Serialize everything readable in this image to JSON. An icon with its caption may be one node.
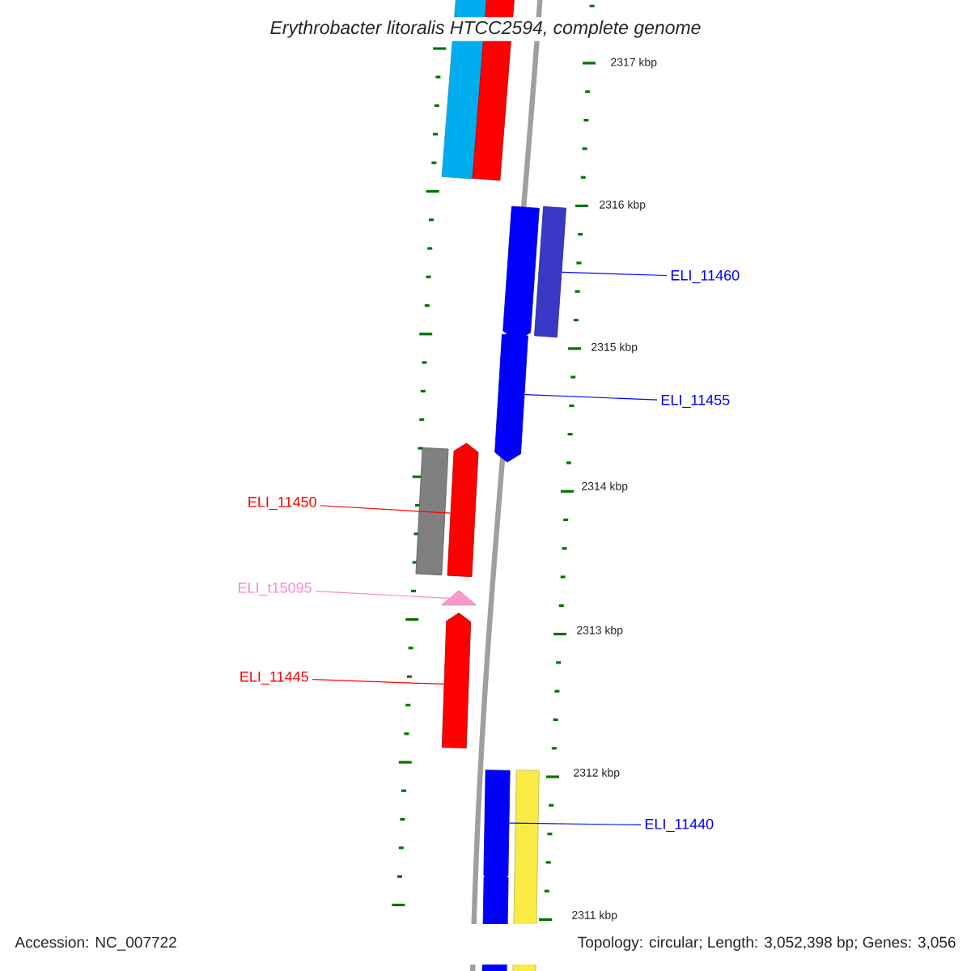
{
  "diagram": {
    "title": "Erythrobacter litoralis HTCC2594, complete genome",
    "nodes": [
      {
        "text": [],
        "shape": "bar"
      },
      {
        "text": [],
        "shape": "bar"
      },
      {
        "text": [],
        "shape": "arrow"
      },
      {
        "text": [],
        "shape": "bar"
      },
      {
        "text": [],
        "shape": "arrow"
      },
      {
        "text": [],
        "shape": "bar"
      },
      {
        "text": [],
        "shape": "arrow"
      },
      {
        "text": [],
        "shape": "triangle"
      },
      {
        "text": [],
        "shape": "arrow"
      },
      {
        "text": [],
        "shape": "arrow"
      },
      {
        "text": [],
        "shape": "bar"
      },
      {
        "text": [],
        "shape": "bar"
      },
      {
        "text": [
          "ELI_11460"
        ]
      },
      {
        "text": [
          "ELI_11455"
        ]
      },
      {
        "text": [
          "ELI_11450"
        ]
      },
      {
        "text": [
          "ELI_t15095"
        ]
      },
      {
        "text": [
          "ELI_11445"
        ]
      },
      {
        "text": [
          "ELI_11440"
        ]
      }
    ],
    "edges": [
      {
        "from": 12,
        "to": 3,
        "arrow": "none",
        "color": "#0000ff"
      },
      {
        "from": 13,
        "to": 4,
        "arrow": "none",
        "color": "#0000ff"
      },
      {
        "from": 14,
        "to": 6,
        "arrow": "none",
        "color": "#ff0000"
      },
      {
        "from": 15,
        "to": 7,
        "arrow": "none",
        "color": "#ff88bb"
      },
      {
        "from": 16,
        "to": 8,
        "arrow": "none",
        "color": "#ff0000"
      },
      {
        "from": 17,
        "to": 9,
        "arrow": "none",
        "color": "#0000ff"
      }
    ],
    "labels": [
      "2317 kbp",
      "2316 kbp",
      "2315 kbp",
      "2314 kbp",
      "2313 kbp",
      "2312 kbp",
      "2311 kbp",
      "Accession: NC_007722",
      "Topology: circular; Length: 3,052,398 bp; Genes: 3,056"
    ]
  }
}
